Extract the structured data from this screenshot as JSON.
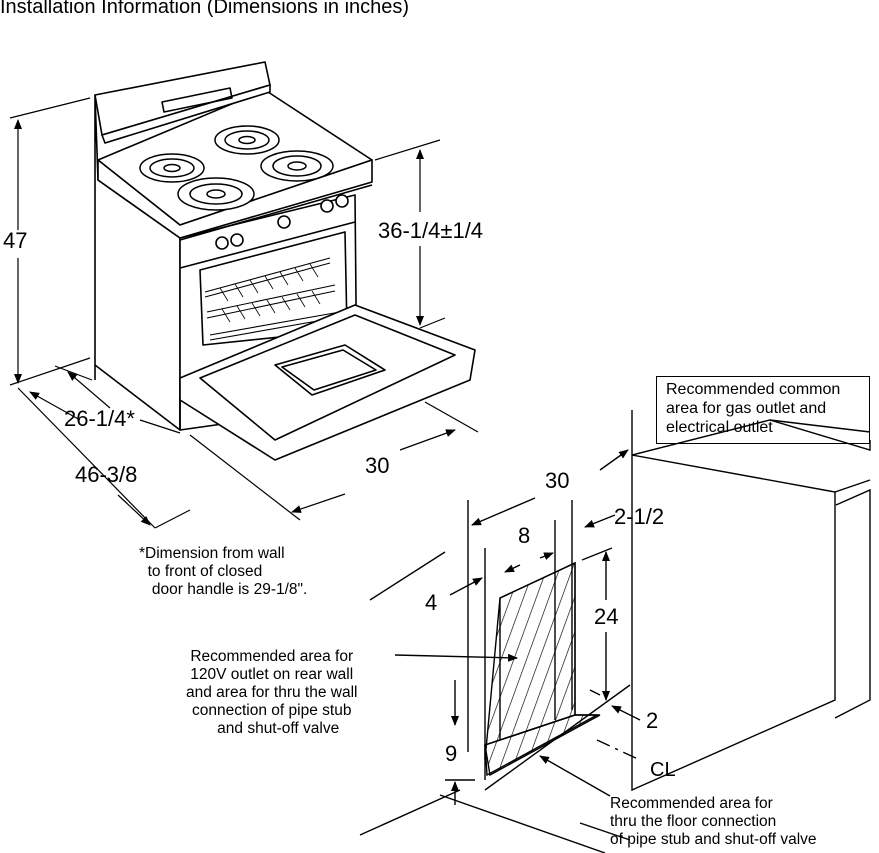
{
  "title": "Installation Information (Dimensions in inches)",
  "dimensions": {
    "height_total": "47",
    "height_cooktop": "36-1/4±1/4",
    "depth_body": "26-1/4*",
    "depth_door_open": "46-3/8",
    "width_range": "30",
    "width_area": "30",
    "offset_side": "2-1/2",
    "area_width": "8",
    "area_height": "24",
    "area_side_offset": "4",
    "floor_offset": "2",
    "floor_height": "9",
    "centerline": "CL"
  },
  "notes": {
    "depth_footnote": "*Dimension from wall\n  to front of closed\n   door handle is 29-1/8\".",
    "common_area": "Recommended common\narea for gas outlet and\nelectrical outlet",
    "rear_wall_area": "Recommended area for\n120V outlet on rear wall\nand area for thru the wall\nconnection of pipe stub\n   and shut-off valve",
    "floor_area": "Recommended area for\nthru the floor connection\nof pipe stub and shut-off valve"
  }
}
